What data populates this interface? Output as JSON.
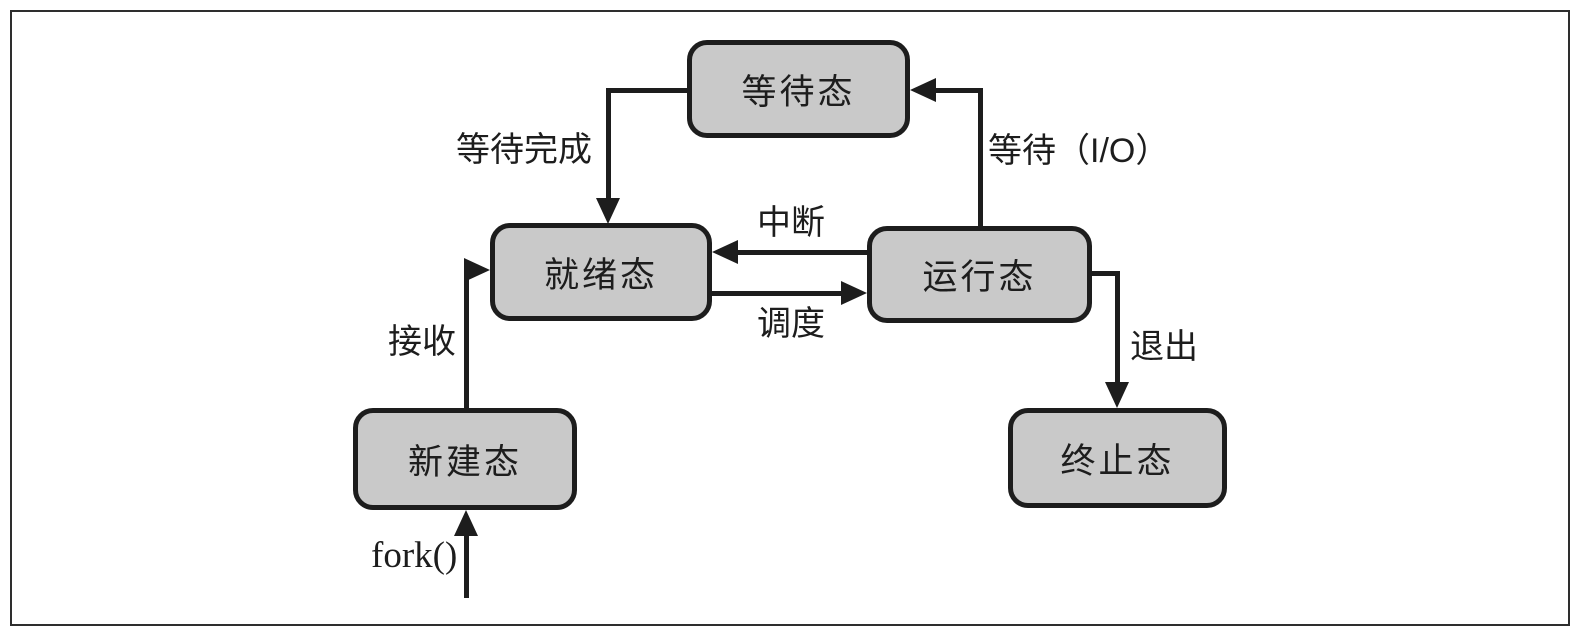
{
  "diagram": {
    "kind": "process-state-transition-diagram",
    "nodes": [
      {
        "id": "waiting",
        "label": "等待态"
      },
      {
        "id": "ready",
        "label": "就绪态"
      },
      {
        "id": "running",
        "label": "运行态"
      },
      {
        "id": "new",
        "label": "新建态"
      },
      {
        "id": "terminated",
        "label": "终止态"
      }
    ],
    "edges": [
      {
        "from": "waiting",
        "to": "ready",
        "label": "等待完成"
      },
      {
        "from": "running",
        "to": "waiting",
        "label": "等待（I/O）"
      },
      {
        "from": "running",
        "to": "ready",
        "label": "中断"
      },
      {
        "from": "ready",
        "to": "running",
        "label": "调度"
      },
      {
        "from": "new",
        "to": "ready",
        "label": "接收"
      },
      {
        "from": "running",
        "to": "terminated",
        "label": "退出"
      },
      {
        "from": "start",
        "to": "new",
        "label": "fork()"
      }
    ],
    "colors": {
      "node_fill": "#c9c9c9",
      "node_border": "#1d1d1d",
      "line": "#1d1d1d",
      "text": "#1d1d1d",
      "background": "#ffffff",
      "frame_border": "#2e2e2e"
    }
  }
}
